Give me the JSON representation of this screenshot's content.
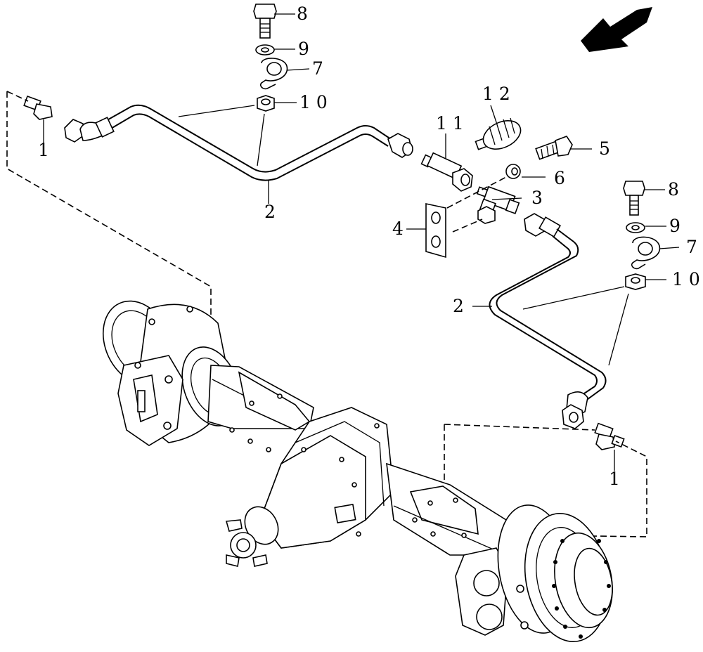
{
  "callouts": {
    "c8_top": "8",
    "c9_top": "9",
    "c7_top": "7",
    "c10_top": "1 0",
    "c1_left": "1",
    "c2_left": "2",
    "c11": "1 1",
    "c12": "1 2",
    "c5": "5",
    "c6": "6",
    "c3": "3",
    "c4": "4",
    "c8_right": "8",
    "c9_right": "9",
    "c7_right": "7",
    "c10_right": "1 0",
    "c2_right": "2",
    "c1_right": "1"
  },
  "icons": {
    "direction_arrow": "direction-arrow-icon"
  }
}
